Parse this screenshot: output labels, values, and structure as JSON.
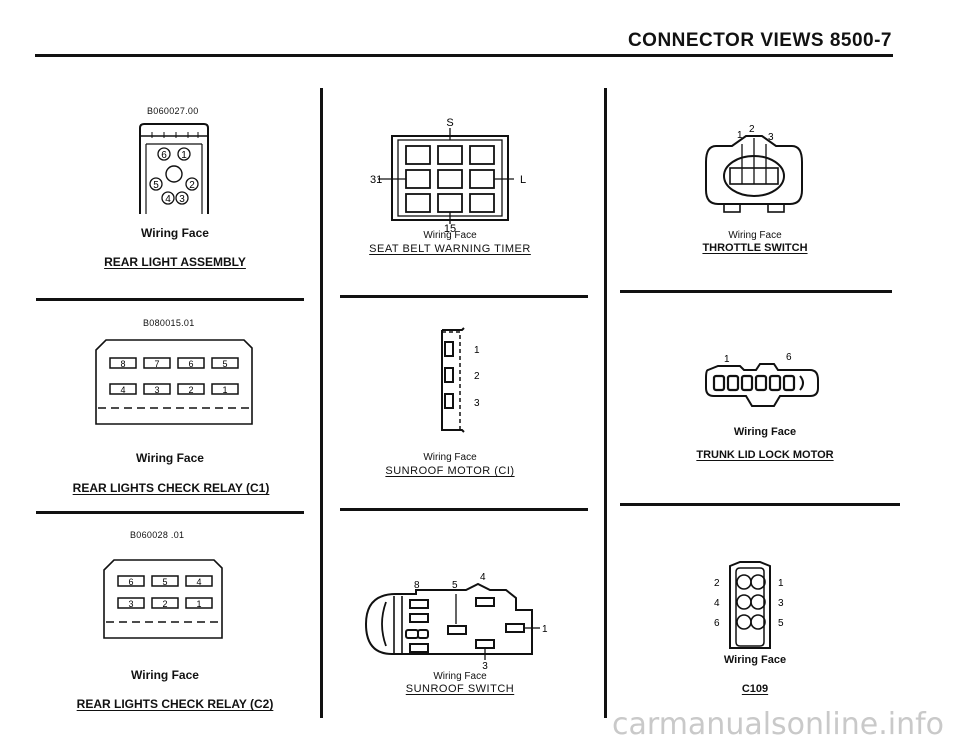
{
  "header": {
    "title": "CONNECTOR VIEWS  8500-7"
  },
  "cells": {
    "rear_light_assembly": {
      "code": "B060027.00",
      "face": "Wiring Face",
      "title": "REAR LIGHT ASSEMBLY",
      "pins": [
        "6",
        "1",
        "5",
        "2",
        "4",
        "3"
      ]
    },
    "seat_belt": {
      "face": "Wiring Face",
      "title": "SEAT BELT WARNING TIMER",
      "pins": [
        "S",
        "31",
        "L",
        "15"
      ]
    },
    "throttle": {
      "face": "Wiring Face",
      "title": "THROTTLE SWITCH",
      "pins": [
        "1",
        "2",
        "3"
      ]
    },
    "relay_c1": {
      "code": "B080015.01",
      "face": "Wiring Face",
      "title": "REAR LIGHTS CHECK RELAY (C1)",
      "pins": [
        "8",
        "7",
        "6",
        "5",
        "4",
        "3",
        "2",
        "1"
      ]
    },
    "sunroof_motor": {
      "face": "Wiring Face",
      "title": "SUNROOF MOTOR (CI)",
      "pins": [
        "1",
        "2",
        "3"
      ]
    },
    "trunk_lid": {
      "face": "Wiring Face",
      "title": "TRUNK LID LOCK MOTOR",
      "pins": [
        "1",
        "6"
      ]
    },
    "relay_c2": {
      "code": "B060028 .01",
      "face": "Wiring Face",
      "title": "REAR LIGHTS CHECK RELAY (C2)",
      "pins": [
        "6",
        "5",
        "4",
        "3",
        "2",
        "1"
      ]
    },
    "sunroof_switch": {
      "face": "Wiring Face",
      "title": "SUNROOF SWITCH",
      "pins": [
        "8",
        "5",
        "4",
        "1",
        "3"
      ]
    },
    "c109": {
      "face": "Wiring Face",
      "title": "C109",
      "pins": [
        "2",
        "1",
        "4",
        "3",
        "6",
        "5"
      ]
    }
  },
  "footer": {
    "watermark": "carmanualsonline.info"
  }
}
